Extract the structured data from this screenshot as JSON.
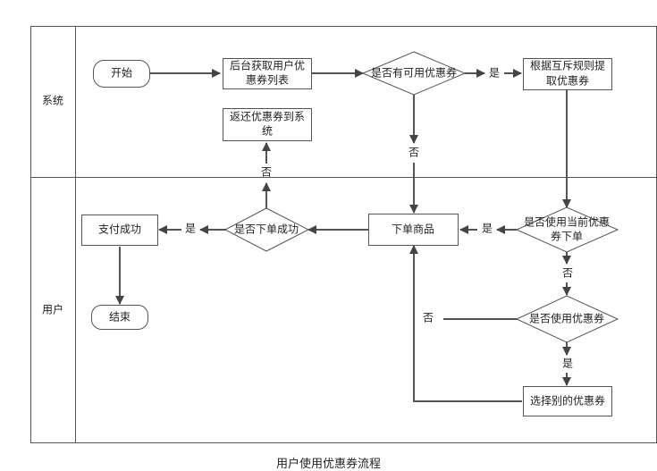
{
  "caption": "用户使用优惠券流程",
  "lanes": {
    "system": "系统",
    "user": "用户"
  },
  "nodes": {
    "start": "开始",
    "fetch_coupons": [
      "后台获取用户优",
      "惠券列表"
    ],
    "has_coupon": "是否有可用优惠券",
    "pick_by_rule": [
      "根据互斥规则提",
      "取优惠券"
    ],
    "return_coupon": [
      "返还优惠券到系",
      "统"
    ],
    "place_order": "下单商品",
    "use_current": [
      "是否使用当前优惠",
      "券下单"
    ],
    "order_success": "是否下单成功",
    "pay_success": "支付成功",
    "end": "结束",
    "use_coupon": "是否使用优惠券",
    "choose_other": "选择别的优惠券"
  },
  "edges": {
    "yes_1": "是",
    "no_1": "否",
    "no_2": "否",
    "yes_2": "是",
    "yes_3": "是",
    "no_3": "否",
    "yes_4": "是",
    "no_4": "否"
  },
  "colors": {
    "stroke": "#555555",
    "text": "#222222",
    "background": "#ffffff"
  }
}
